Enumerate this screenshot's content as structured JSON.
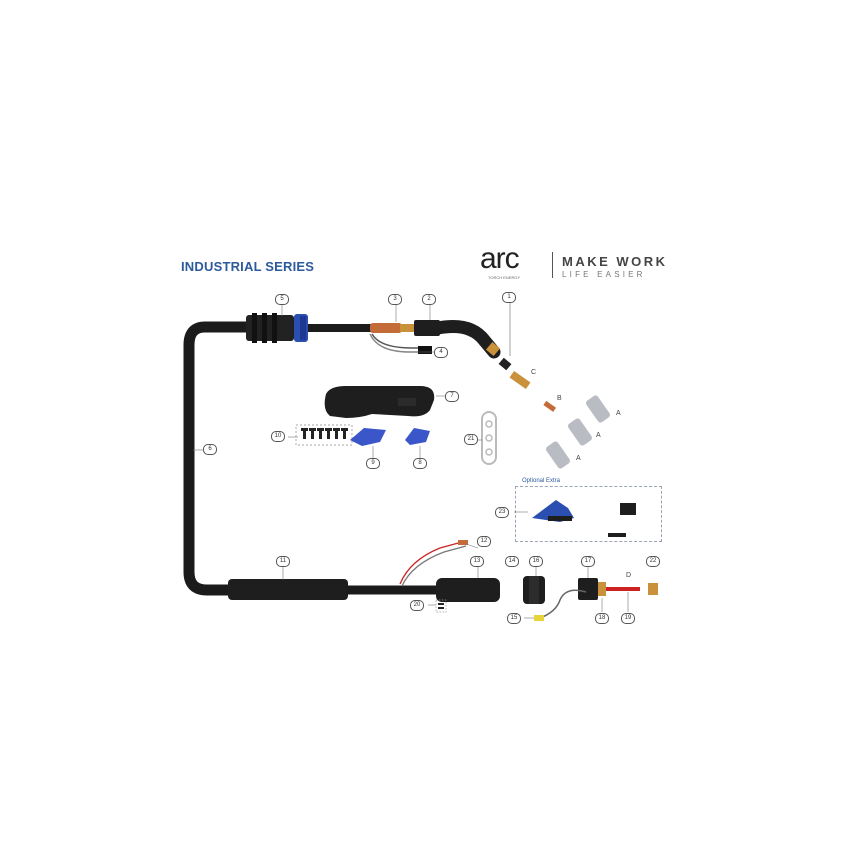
{
  "header": {
    "series_title": "INDUSTRIAL SERIES",
    "logo_word": "arc",
    "logo_subtext": "TORCH ENERGY",
    "tagline_top": "MAKE WORK",
    "tagline_bottom": "LIFE EASIER"
  },
  "optional": {
    "title": "Optional Extra"
  },
  "callouts": [
    {
      "id": "c1",
      "label": "1"
    },
    {
      "id": "c2",
      "label": "2"
    },
    {
      "id": "c3",
      "label": "3"
    },
    {
      "id": "c4",
      "label": "4"
    },
    {
      "id": "c5",
      "label": "5"
    },
    {
      "id": "c6",
      "label": "6"
    },
    {
      "id": "c7",
      "label": "7"
    },
    {
      "id": "c8",
      "label": "8"
    },
    {
      "id": "c9",
      "label": "9"
    },
    {
      "id": "c10",
      "label": "10"
    },
    {
      "id": "c11",
      "label": "11"
    },
    {
      "id": "c12",
      "label": "12"
    },
    {
      "id": "c13",
      "label": "13"
    },
    {
      "id": "c14",
      "label": "14"
    },
    {
      "id": "c15",
      "label": "15"
    },
    {
      "id": "c16",
      "label": "16"
    },
    {
      "id": "c17",
      "label": "17"
    },
    {
      "id": "c18",
      "label": "18"
    },
    {
      "id": "c19",
      "label": "19"
    },
    {
      "id": "c20",
      "label": "20"
    },
    {
      "id": "c21",
      "label": "21"
    },
    {
      "id": "c22",
      "label": "22"
    },
    {
      "id": "c23",
      "label": "23"
    }
  ],
  "letters": {
    "a": "A",
    "b": "B",
    "c": "C",
    "d": "D"
  },
  "colors": {
    "cable": "#1b1b1b",
    "accent_blue": "#2a4fb0",
    "brass": "#c8913a",
    "copper": "#c46b3a",
    "red_wire": "#cc2222",
    "title_blue": "#2d5a9c",
    "silver": "#b9bcc2"
  }
}
